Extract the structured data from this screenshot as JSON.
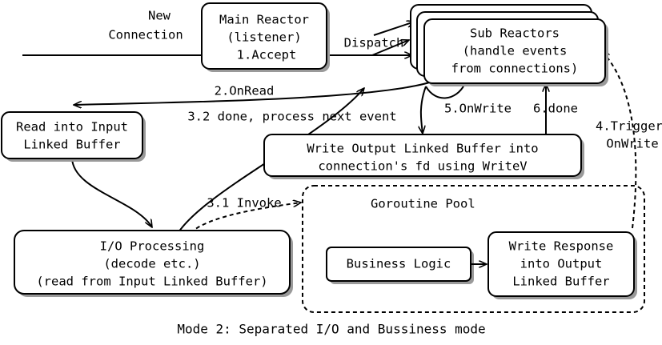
{
  "diagram": {
    "caption": "Mode 2: Separated I/O and Bussiness mode",
    "nodes": {
      "main_reactor": {
        "line1": "Main Reactor",
        "line2": "(listener)"
      },
      "sub_reactors": {
        "line1": "Sub Reactors",
        "line2": "(handle events",
        "line3": "from connections)"
      },
      "read_input": {
        "line1": "Read into Input",
        "line2": "Linked Buffer"
      },
      "io_processing": {
        "line1": "I/O Processing",
        "line2": "(decode etc.)",
        "line3": "(read from Input Linked Buffer)"
      },
      "write_output": {
        "line1": "Write Output Linked Buffer into",
        "line2": "connection's fd using WriteV"
      },
      "goroutine_pool": {
        "title": "Goroutine Pool"
      },
      "business_logic": {
        "line1": "Business Logic"
      },
      "write_response": {
        "line1": "Write Response",
        "line2": "into Output",
        "line3": "Linked Buffer"
      }
    },
    "edges": {
      "new_connection": {
        "line1": "New",
        "line2": "Connection"
      },
      "accept": {
        "label": "1.Accept"
      },
      "dispatch": {
        "label": "Dispatch"
      },
      "onread": {
        "label": "2.OnRead"
      },
      "done_next_event": {
        "label": "3.2 done, process next event"
      },
      "invoke": {
        "label": "3.1 Invoke"
      },
      "trigger_onwrite": {
        "line1": "4.Trigger",
        "line2": "OnWrite"
      },
      "onwrite": {
        "label": "5.OnWrite"
      },
      "done": {
        "label": "6.done"
      }
    },
    "colors": {
      "stroke": "#000000",
      "fill": "#ffffff",
      "shadow": "#9a9a9a",
      "background": "#ffffff"
    }
  }
}
